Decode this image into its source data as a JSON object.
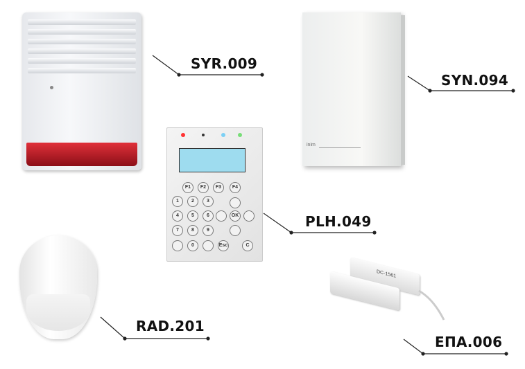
{
  "products": [
    {
      "code": "SYR.009"
    },
    {
      "code": "SYN.094"
    },
    {
      "code": "PLH.049"
    },
    {
      "code": "RAD.201"
    },
    {
      "code": "ΕΠΑ.006"
    }
  ],
  "panel_brand": "inim",
  "keypad": {
    "function_keys": [
      "F1",
      "F2",
      "F3",
      "F4"
    ],
    "keys": [
      "1",
      "2",
      "3",
      "4",
      "5",
      "6",
      "7",
      "8",
      "9",
      "0",
      "OK",
      "Esc",
      "C"
    ]
  },
  "contact_marking": "DC-1561",
  "colors": {
    "siren_red": "#c41e2a",
    "lcd": "#9edcef",
    "label": "#111111"
  }
}
